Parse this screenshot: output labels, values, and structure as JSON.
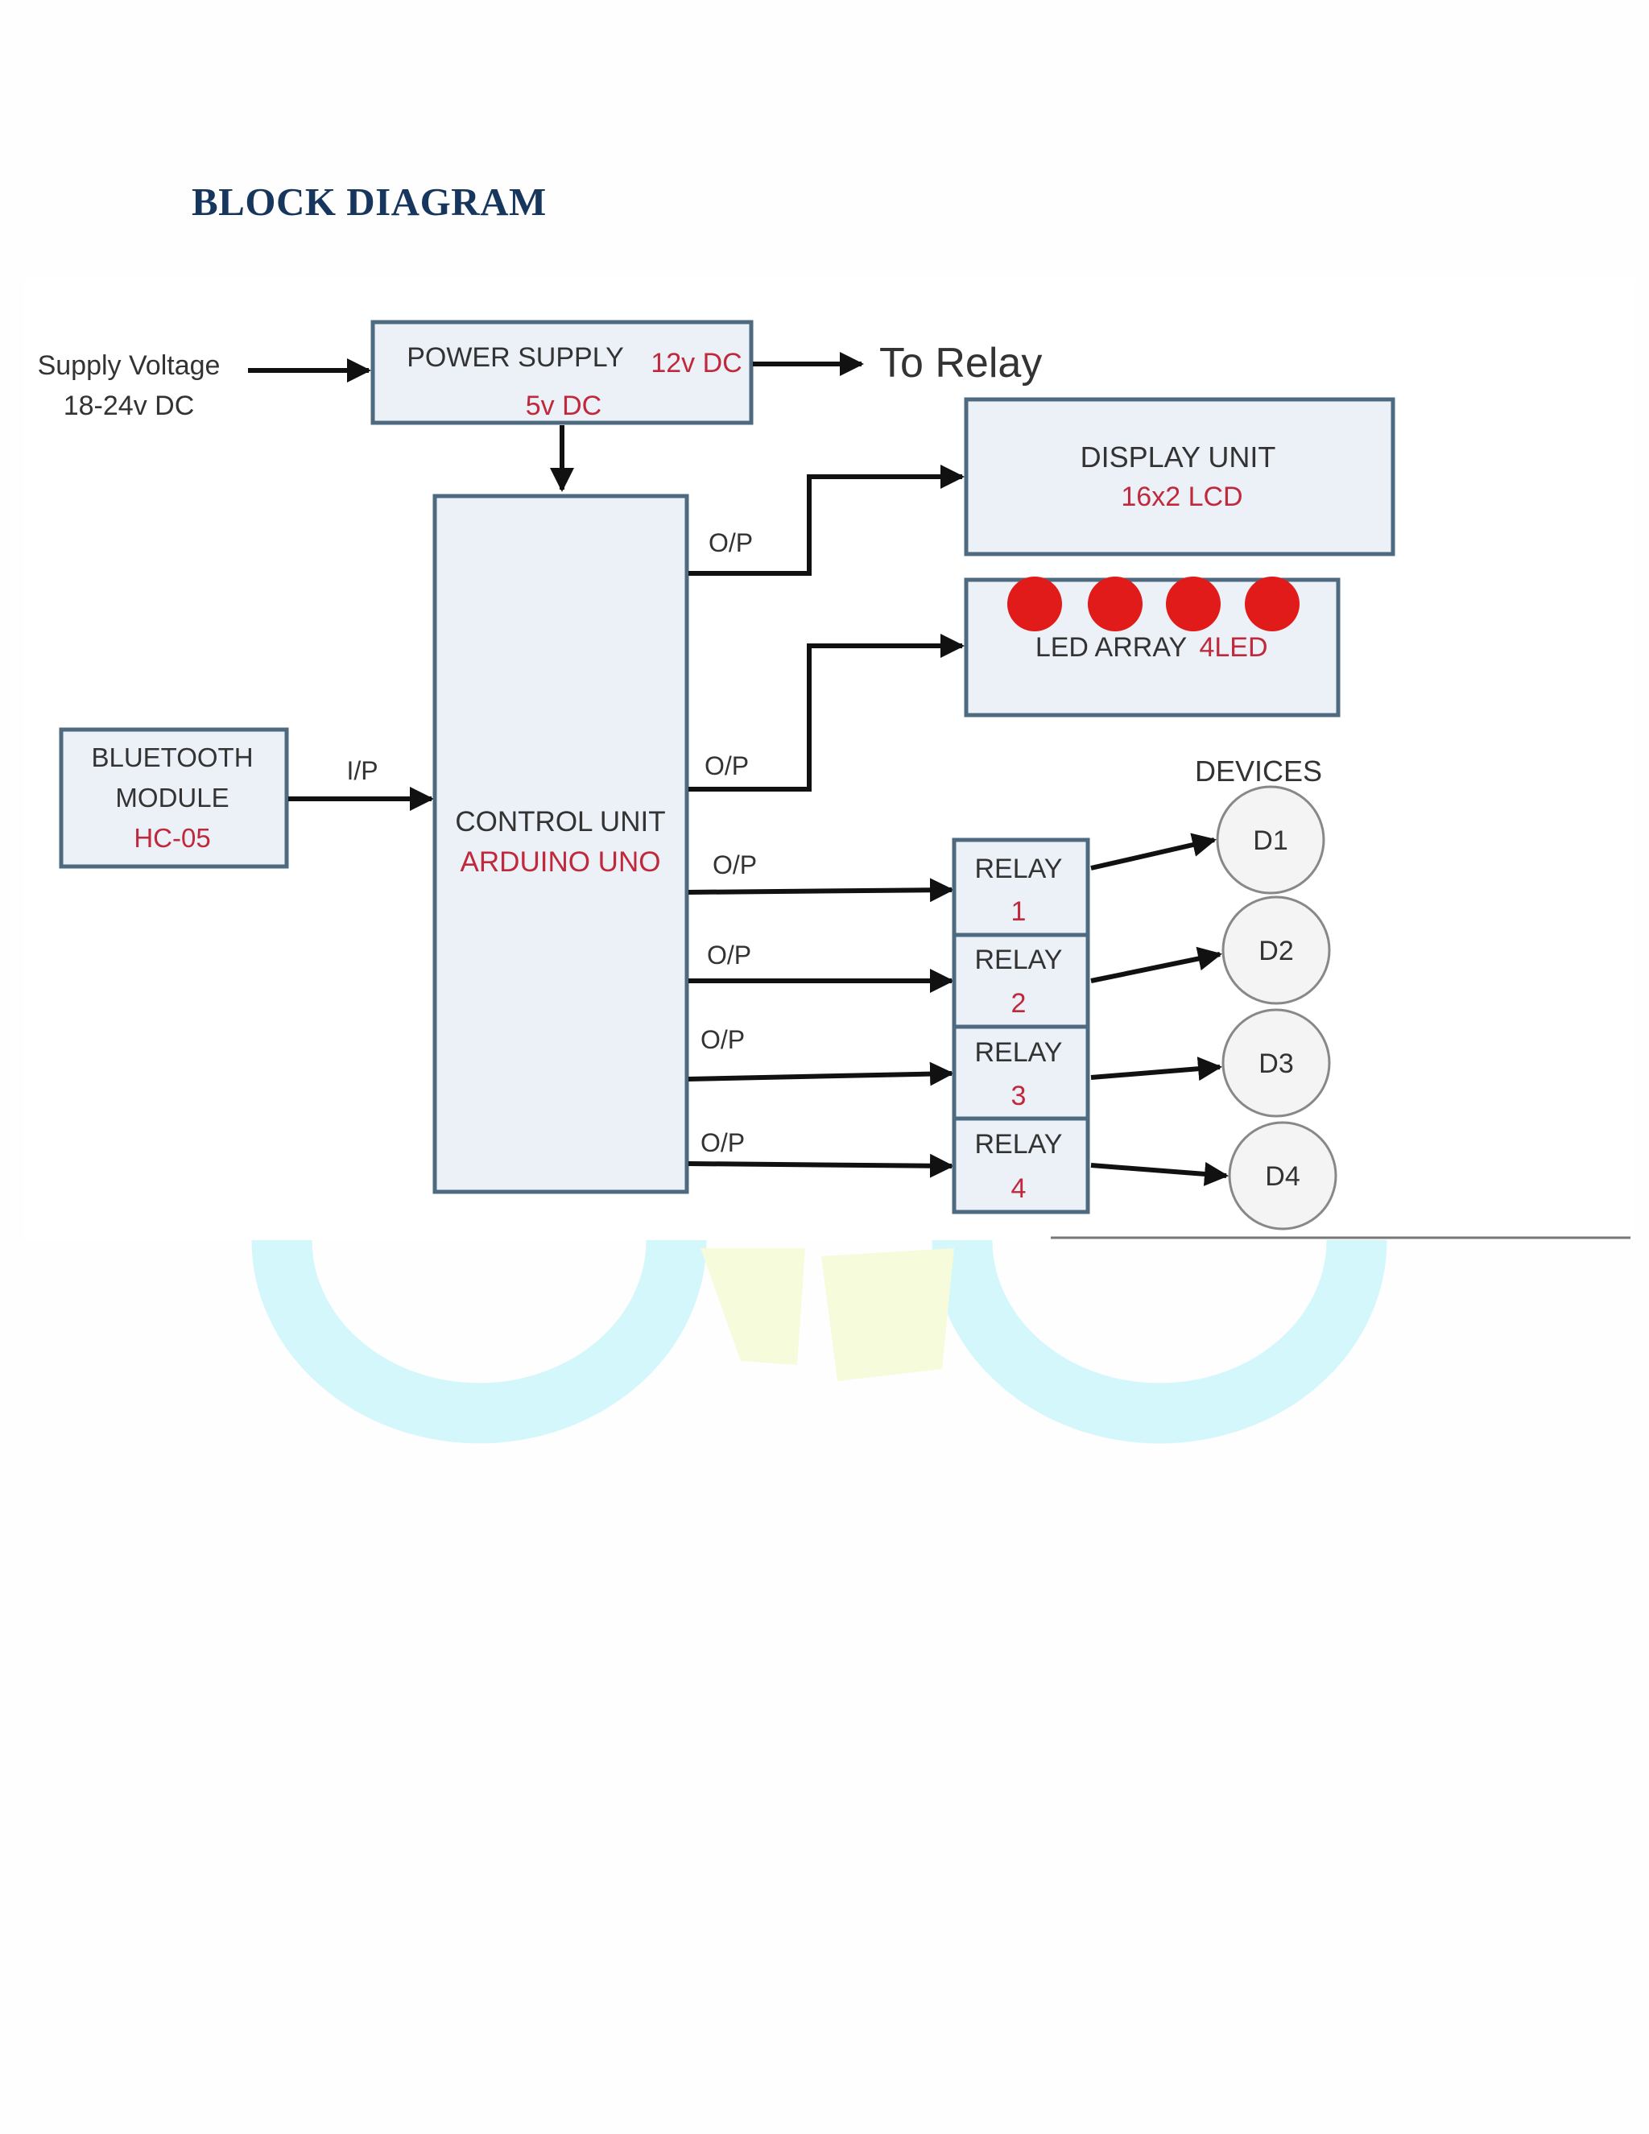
{
  "heading": "BLOCK DIAGRAM",
  "supply": {
    "line1": "Supply Voltage",
    "line2": "18-24v DC"
  },
  "power_supply": {
    "title": "POWER SUPPLY",
    "out_12v": "12v DC",
    "out_5v": "5v DC"
  },
  "to_relay": "To Relay",
  "display_unit": {
    "title": "DISPLAY UNIT",
    "sub": "16x2 LCD"
  },
  "led_array": {
    "title": "LED ARRAY",
    "sub": "4LED"
  },
  "bluetooth": {
    "line1": "BLUETOOTH",
    "line2": "MODULE",
    "line3": "HC-05"
  },
  "ip_label": "I/P",
  "op_label": "O/P",
  "control_unit": {
    "title": "CONTROL UNIT",
    "sub": "ARDUINO UNO"
  },
  "devices_title": "DEVICES",
  "relays": [
    {
      "label": "RELAY",
      "num": "1"
    },
    {
      "label": "RELAY",
      "num": "2"
    },
    {
      "label": "RELAY",
      "num": "3"
    },
    {
      "label": "RELAY",
      "num": "4"
    }
  ],
  "devices": [
    "D1",
    "D2",
    "D3",
    "D4"
  ],
  "colors": {
    "heading": "#17365d",
    "accent_red": "#c0283c",
    "box_fill": "#ecf1f7",
    "box_stroke": "#4e6a80",
    "led": "#e11a1a"
  }
}
